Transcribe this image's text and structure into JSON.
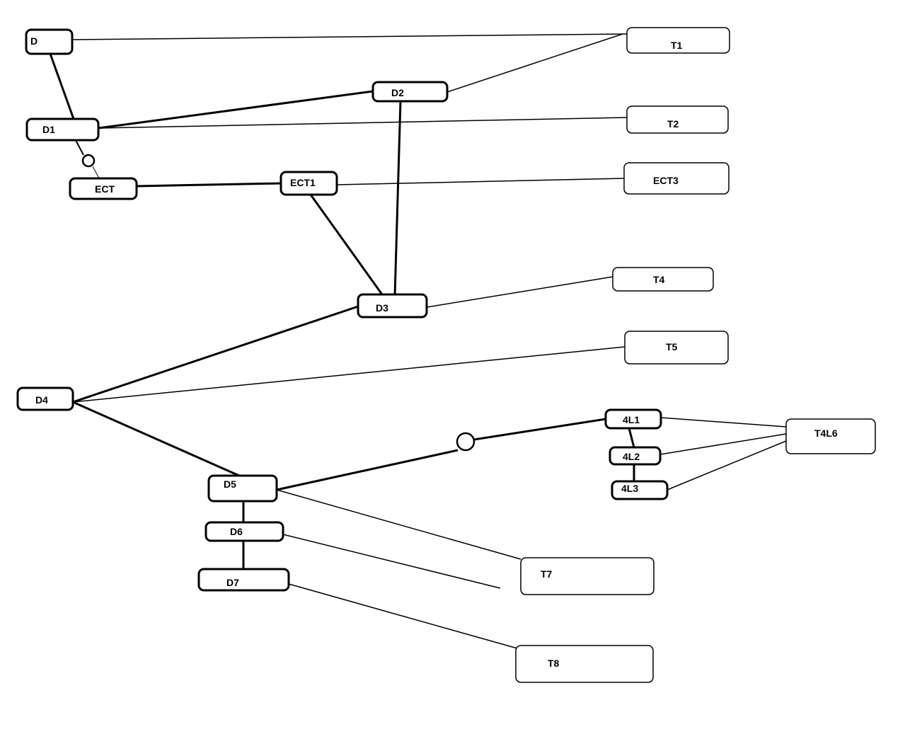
{
  "diagram": {
    "colors": {
      "background": "#ffffff",
      "stroke": "#000000"
    },
    "nodes": [
      {
        "id": "D",
        "label": "D"
      },
      {
        "id": "T1",
        "label": "T1"
      },
      {
        "id": "D2",
        "label": "D2"
      },
      {
        "id": "D1",
        "label": "D1"
      },
      {
        "id": "T2",
        "label": "T2"
      },
      {
        "id": "ECT",
        "label": "ECT"
      },
      {
        "id": "ECT1",
        "label": "ECT1"
      },
      {
        "id": "ECT3",
        "label": "ECT3"
      },
      {
        "id": "T4",
        "label": "T4"
      },
      {
        "id": "D3",
        "label": "D3"
      },
      {
        "id": "T5",
        "label": "T5"
      },
      {
        "id": "D4",
        "label": "D4"
      },
      {
        "id": "4L1",
        "label": "4L1"
      },
      {
        "id": "T4L6",
        "label": "T4L6"
      },
      {
        "id": "4L2",
        "label": "4L2"
      },
      {
        "id": "4L3",
        "label": "4L3"
      },
      {
        "id": "D5",
        "label": "D5"
      },
      {
        "id": "D6",
        "label": "D6"
      },
      {
        "id": "D7",
        "label": "D7"
      },
      {
        "id": "T7",
        "label": "T7"
      },
      {
        "id": "T8",
        "label": "T8"
      }
    ],
    "edges": [
      {
        "from": "D",
        "to": "T1",
        "style": "thin"
      },
      {
        "from": "D",
        "to": "D1",
        "style": "thick"
      },
      {
        "from": "D1",
        "to": "D2",
        "style": "thick"
      },
      {
        "from": "D2",
        "to": "T1",
        "style": "thin"
      },
      {
        "from": "D1",
        "to": "T2",
        "style": "thin"
      },
      {
        "from": "D1",
        "to": "ECT",
        "style": "thin",
        "connector": "circle"
      },
      {
        "from": "ECT",
        "to": "ECT1",
        "style": "thick"
      },
      {
        "from": "ECT1",
        "to": "ECT3",
        "style": "thin"
      },
      {
        "from": "D2",
        "to": "D3",
        "style": "thick"
      },
      {
        "from": "ECT1",
        "to": "D3",
        "style": "thick"
      },
      {
        "from": "D3",
        "to": "T4",
        "style": "thin"
      },
      {
        "from": "D4",
        "to": "D3",
        "style": "thick"
      },
      {
        "from": "D4",
        "to": "T5",
        "style": "thin"
      },
      {
        "from": "D4",
        "to": "D5",
        "style": "thick"
      },
      {
        "from": "D5",
        "to": "4L1",
        "style": "thick",
        "connector": "circle"
      },
      {
        "from": "4L1",
        "to": "4L2",
        "style": "thick"
      },
      {
        "from": "4L2",
        "to": "4L3",
        "style": "thick"
      },
      {
        "from": "4L1",
        "to": "T4L6",
        "style": "thin"
      },
      {
        "from": "4L2",
        "to": "T4L6",
        "style": "thin"
      },
      {
        "from": "4L3",
        "to": "T4L6",
        "style": "thin"
      },
      {
        "from": "D5",
        "to": "T7",
        "style": "thin"
      },
      {
        "from": "D5",
        "to": "D6",
        "style": "thick"
      },
      {
        "from": "D6",
        "to": "D7",
        "style": "thick"
      },
      {
        "from": "D6",
        "to": "T7",
        "style": "thin",
        "partial": true
      },
      {
        "from": "D7",
        "to": "T8",
        "style": "thin"
      }
    ]
  }
}
